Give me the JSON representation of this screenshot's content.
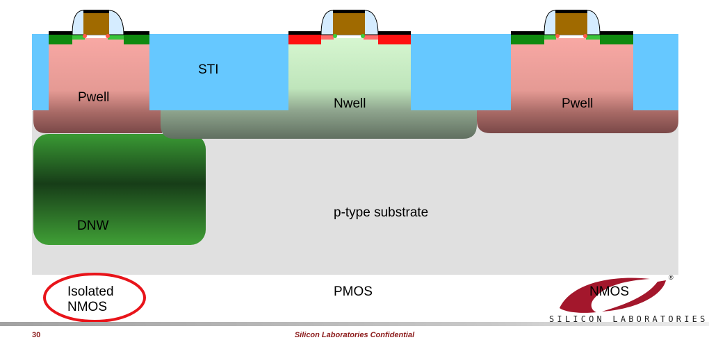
{
  "labels": {
    "sti": "STI",
    "pwell_left": "Pwell",
    "nwell": "Nwell",
    "pwell_right": "Pwell",
    "dnw": "DNW",
    "substrate": "p-type substrate"
  },
  "captions": {
    "isolated_nmos_line1": "Isolated",
    "isolated_nmos_line2": "NMOS",
    "pmos": "PMOS",
    "nmos": "NMOS"
  },
  "footer": {
    "page_number": "30",
    "confidential": "Silicon Laboratories Confidential",
    "company": "SILICON LABORATORIES",
    "registered": "®"
  },
  "colors": {
    "sti": "#66c8ff",
    "substrate": "#e0e0e0",
    "pwell_top": "#f4b3ad",
    "pwell_bottom": "#8a5454",
    "nwell_top": "#ccefc8",
    "nwell_bottom": "#6a7a6a",
    "dnw": "#2e8a2a",
    "gate": "#a06a00",
    "n_plus": "#0f8a0f",
    "p_plus": "#ff1010",
    "highlight_circle": "#e8141a",
    "footer_accent": "#8b1a1a"
  }
}
